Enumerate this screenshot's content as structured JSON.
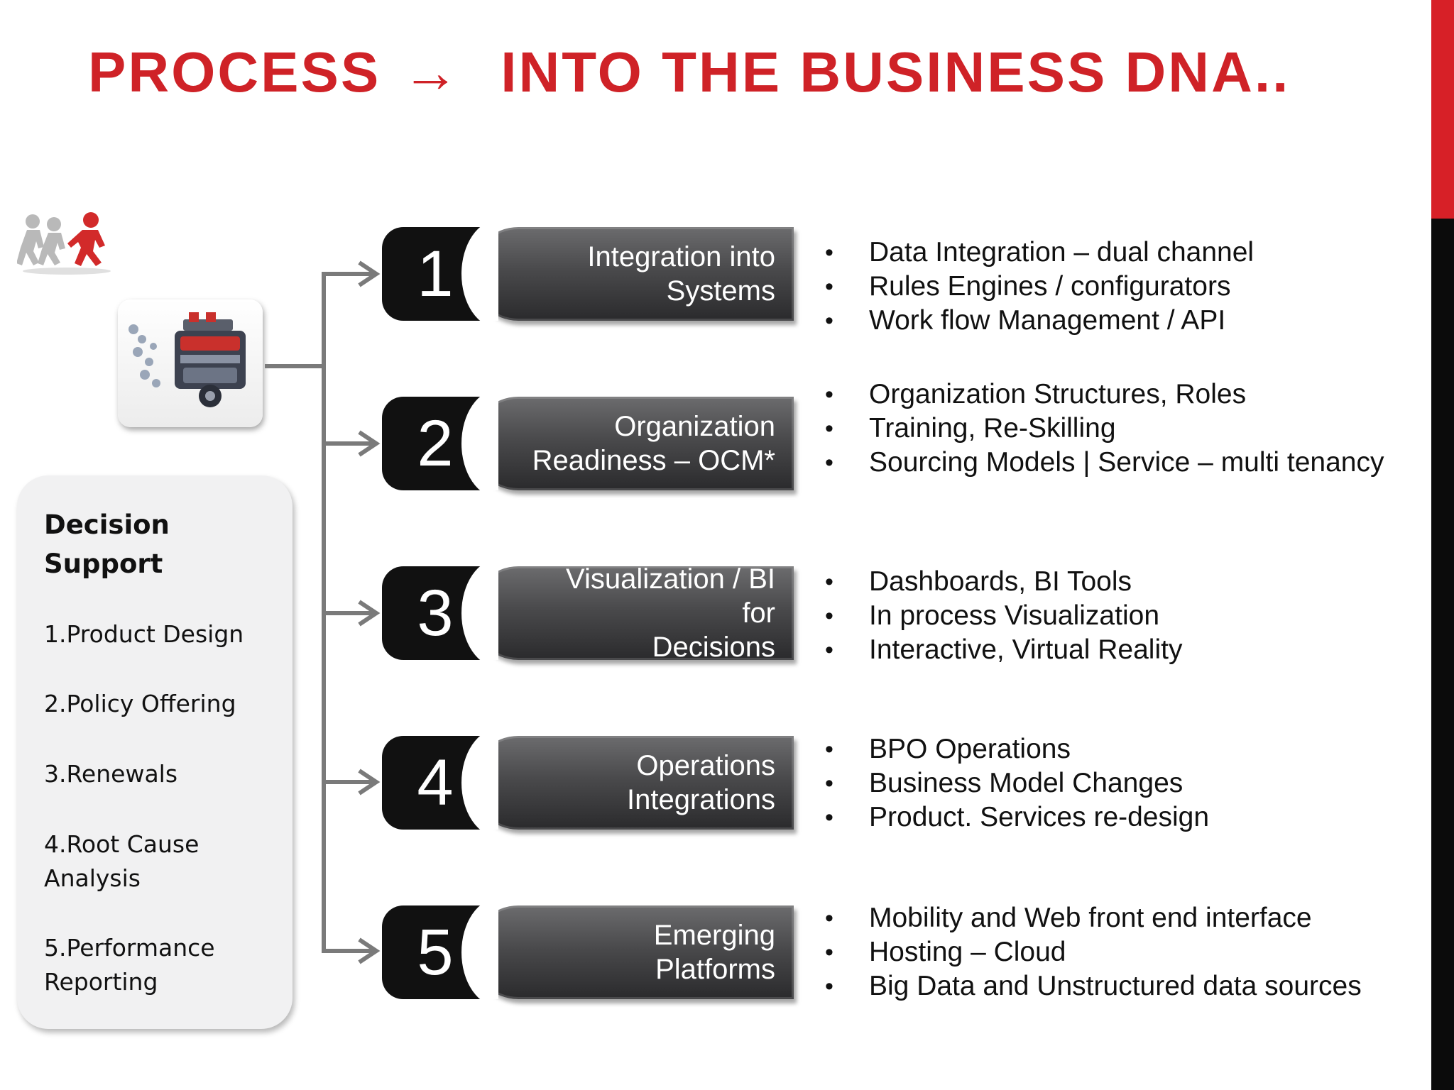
{
  "title": {
    "left": "PROCESS",
    "arrow": "→",
    "right": "INTO THE BUSINESS DNA.."
  },
  "colors": {
    "accent_red": "#cf2227",
    "edge_red": "#d72027",
    "edge_black": "#0b0b0b",
    "tab_dark": "#111111",
    "label_grey": "#4a4a4c"
  },
  "icons": {
    "people": "people-running-icon",
    "engine": "engine-icon"
  },
  "decision_support": {
    "title_line1": "Decision",
    "title_line2": "Support",
    "items": [
      {
        "line1": "1.Product Design",
        "line2": ""
      },
      {
        "line1": "2.Policy Offering",
        "line2": ""
      },
      {
        "line1": "3.Renewals",
        "line2": ""
      },
      {
        "line1": "4.Root Cause",
        "line2": "Analysis"
      },
      {
        "line1": "5.Performance",
        "line2": "Reporting"
      }
    ]
  },
  "steps": [
    {
      "number": "1",
      "label_line1": "Integration into",
      "label_line2": "Systems",
      "bullets": [
        "Data Integration – dual channel",
        "Rules Engines  / configurators",
        "Work flow Management / API"
      ]
    },
    {
      "number": "2",
      "label_line1": "Organization",
      "label_line2": "Readiness – OCM*",
      "bullets": [
        "Organization Structures, Roles",
        "Training, Re-Skilling",
        "Sourcing Models | Service – multi tenancy"
      ]
    },
    {
      "number": "3",
      "label_line1": "Visualization / BI for",
      "label_line2": "Decisions",
      "bullets": [
        "Dashboards, BI Tools",
        "In process Visualization",
        "Interactive, Virtual Reality"
      ]
    },
    {
      "number": "4",
      "label_line1": "Operations",
      "label_line2": "Integrations",
      "bullets": [
        "BPO Operations",
        "Business Model Changes",
        "Product. Services re-design"
      ]
    },
    {
      "number": "5",
      "label_line1": "Emerging Platforms",
      "label_line2": "",
      "bullets": [
        "Mobility and Web front end interface",
        "Hosting – Cloud",
        "Big Data and Unstructured data sources"
      ]
    }
  ]
}
